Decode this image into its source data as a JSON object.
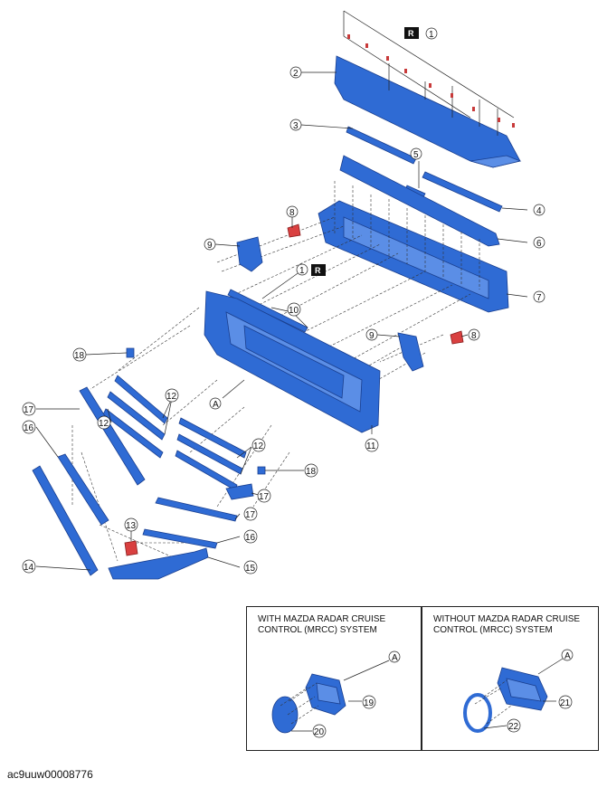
{
  "callouts": {
    "c1": "1",
    "c2": "2",
    "c3": "3",
    "c4": "4",
    "c5": "5",
    "c6": "6",
    "c7": "7",
    "c8": "8",
    "c9": "9",
    "c10": "10",
    "c11": "11",
    "c12": "12",
    "c13": "13",
    "c14": "14",
    "c15": "15",
    "c16": "16",
    "c17": "17",
    "c18": "18",
    "c19": "19",
    "c20": "20",
    "c21": "21",
    "c22": "22",
    "A": "A"
  },
  "badge": "R",
  "insets": {
    "with_title": "WITH MAZDA RADAR CRUISE CONTROL (MRCC) SYSTEM",
    "without_title": "WITHOUT MAZDA RADAR CRUISE CONTROL (MRCC) SYSTEM"
  },
  "image_code": "ac9uuw00008776",
  "colors": {
    "part": "#2f6bd4",
    "fastener": "#d94040"
  }
}
